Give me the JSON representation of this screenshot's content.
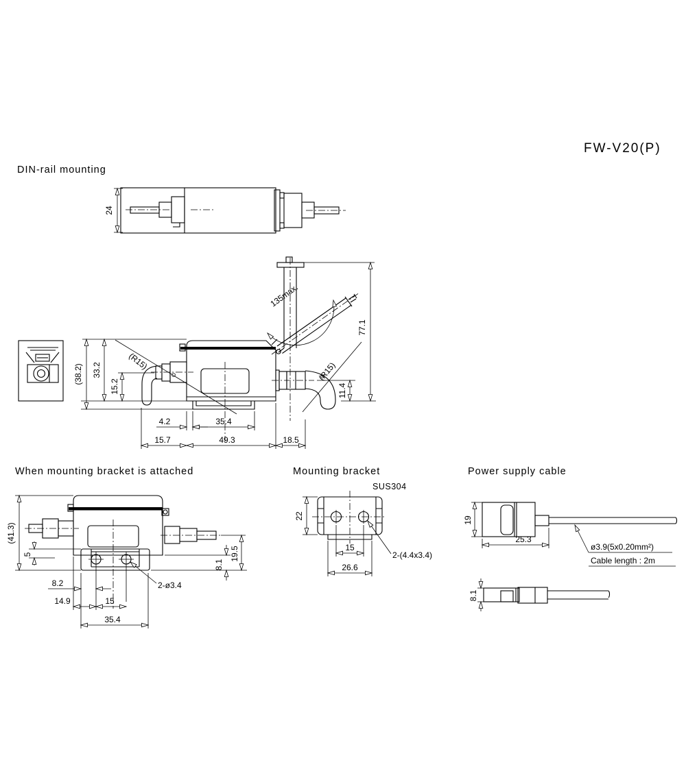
{
  "title": "FW-V20(P)",
  "din_rail": {
    "label": "DIN-rail mounting",
    "dim_width": "24"
  },
  "main_view": {
    "dim_angle": "135max.",
    "dim_total_height": "77.1",
    "dim_radius_left": "(R15)",
    "dim_radius_right": "(R15)",
    "dim_overall_height": "(38.2)",
    "dim_body_height": "33.2",
    "dim_left_cable_height": "15.2",
    "dim_right_cable_height": "11.4",
    "dim_groove_offset": "4.2",
    "dim_groove_width": "35.4",
    "dim_left_connector": "15.7",
    "dim_body_length": "49.3",
    "dim_right_connector": "18.5"
  },
  "bracket_attached": {
    "label": "When mounting bracket is attached",
    "dim_overall_height": "(41.3)",
    "dim_plate": "5",
    "dim_hole_offset": "8.2",
    "dim_hole_left": "14.9",
    "dim_hole_pitch": "15",
    "dim_bracket_width": "35.4",
    "dim_holes": "2-ø3.4",
    "dim_bracket_height": "8.1",
    "dim_below": "19.5"
  },
  "mounting_bracket": {
    "label": "Mounting bracket",
    "material": "SUS304",
    "dim_height": "22",
    "dim_hole_pitch": "15",
    "dim_width": "26.6",
    "dim_holes": "2-(4.4x3.4)"
  },
  "power_cable": {
    "label": "Power supply cable",
    "dim_height": "19",
    "dim_connector_length": "25.3",
    "cable_spec": "ø3.9(5x0.20mm²)",
    "cable_length": "Cable length : 2m",
    "dim_height_side": "8.1"
  }
}
